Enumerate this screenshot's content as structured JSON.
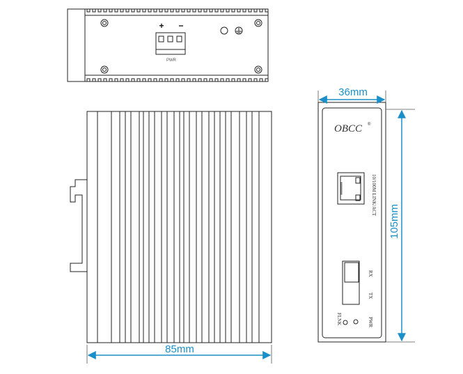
{
  "top_view": {
    "plus_label": "+",
    "minus_label": "−",
    "terminal_label": "PWR"
  },
  "front_view": {
    "logo": "OBCC",
    "logo_mark": "®",
    "rj45_label": "10/100M LINK/ACT",
    "rx_label": "RX",
    "tx_label": "TX",
    "flnk_label": "FLNK",
    "pwr_label": "PWR"
  },
  "dimensions": {
    "length": "85mm",
    "width": "36mm",
    "height": "105mm"
  },
  "colors": {
    "dimension": "#1a8fc9",
    "line": "#222222"
  }
}
